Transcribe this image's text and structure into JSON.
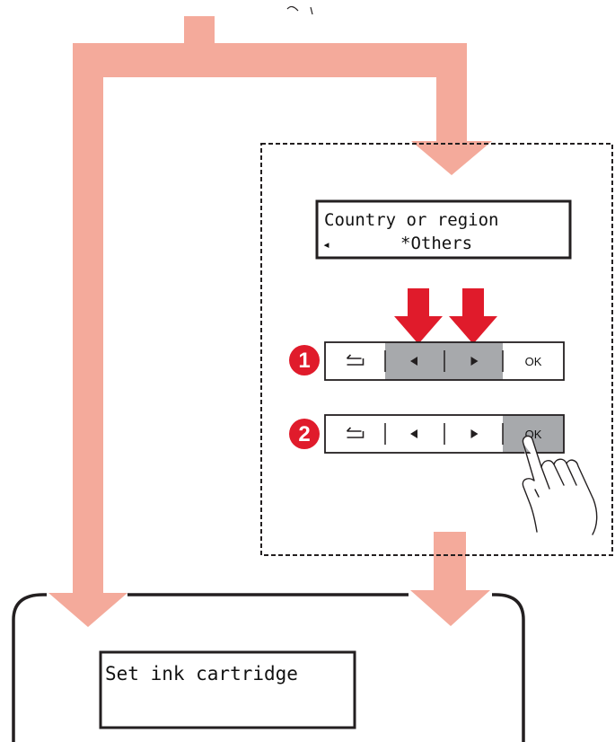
{
  "colors": {
    "flow_arrow": "#f4aa9b",
    "press_arrow": "#e01b2b",
    "step_badge": "#e01b2b",
    "highlight": "#a7a9ac",
    "outline": "#231f20"
  },
  "lcd_country": {
    "line1": "Country or region",
    "line2": "*Others",
    "left_marker": "◂"
  },
  "steps": [
    {
      "badge": "1",
      "buttons": [
        {
          "icon": "back-icon",
          "label": "",
          "highlighted": false
        },
        {
          "icon": "left-triangle-icon",
          "label": "",
          "highlighted": true
        },
        {
          "icon": "right-triangle-icon",
          "label": "",
          "highlighted": true
        },
        {
          "icon": "",
          "label": "OK",
          "highlighted": false
        }
      ]
    },
    {
      "badge": "2",
      "buttons": [
        {
          "icon": "back-icon",
          "label": "",
          "highlighted": false
        },
        {
          "icon": "left-triangle-icon",
          "label": "",
          "highlighted": false
        },
        {
          "icon": "right-triangle-icon",
          "label": "",
          "highlighted": false
        },
        {
          "icon": "",
          "label": "OK",
          "highlighted": true
        }
      ]
    }
  ],
  "lcd_final": {
    "line1": "Set ink cartridge"
  },
  "icons": {
    "press_arrows": "down-arrow-icon",
    "finger": "pointing-hand-icon"
  }
}
